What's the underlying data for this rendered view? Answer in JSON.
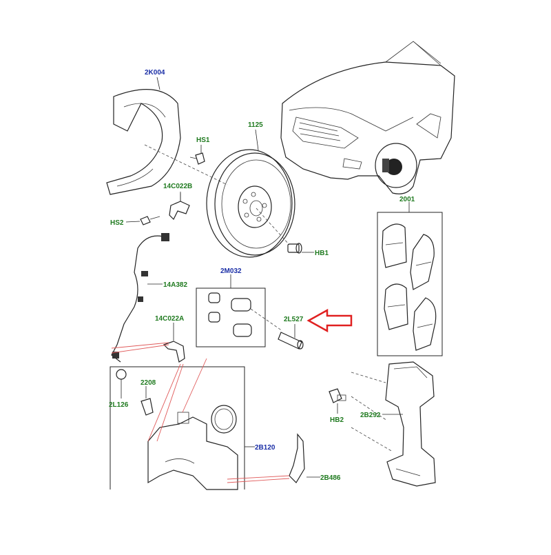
{
  "colors": {
    "label_blue": "#1a2ea6",
    "label_green": "#1f7a1f",
    "arrow_red": "#e02020",
    "line": "#222222"
  },
  "labels": {
    "shield": "2K004",
    "disc": "1125",
    "hs1": "HS1",
    "bracket": "14C022B",
    "hs2": "HS2",
    "hb1": "HB1",
    "sensor": "14A382",
    "kit": "2M032",
    "pin": "2L527",
    "clip": "14C022A",
    "pads": "2001",
    "p2208": "2208",
    "p2l126": "2L126",
    "caliper": "2B120",
    "hb2": "HB2",
    "carrier": "2B292",
    "spring": "2B486"
  }
}
